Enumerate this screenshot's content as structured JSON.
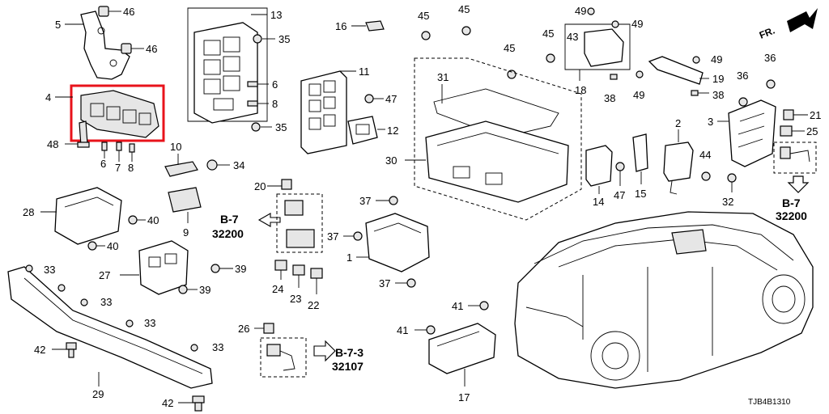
{
  "highlight_color": "#e8131b",
  "drawing_code": "TJB4B1310",
  "front_arrow_label": "FR.",
  "labels": {
    "l1": "1",
    "l2": "2",
    "l3": "3",
    "l4": "4",
    "l5": "5",
    "l6a": "6",
    "l6b": "6",
    "l7": "7",
    "l8a": "8",
    "l8b": "8",
    "l9": "9",
    "l10": "10",
    "l11": "11",
    "l12": "12",
    "l13": "13",
    "l14": "14",
    "l15": "15",
    "l16": "16",
    "l17": "17",
    "l18": "18",
    "l19": "19",
    "l20": "20",
    "l21": "21",
    "l22": "22",
    "l23": "23",
    "l24": "24",
    "l25": "25",
    "l26": "26",
    "l27": "27",
    "l28": "28",
    "l29": "29",
    "l30": "30",
    "l31": "31",
    "l32": "32",
    "l33a": "33",
    "l33b": "33",
    "l33c": "33",
    "l33d": "33",
    "l33e": "33",
    "l34": "34",
    "l35a": "35",
    "l35b": "35",
    "l36a": "36",
    "l36b": "36",
    "l37a": "37",
    "l37b": "37",
    "l37c": "37",
    "l38a": "38",
    "l38b": "38",
    "l39a": "39",
    "l39b": "39",
    "l40a": "40",
    "l40b": "40",
    "l41a": "41",
    "l41b": "41",
    "l42a": "42",
    "l42b": "42",
    "l43": "43",
    "l44": "44",
    "l45a": "45",
    "l45b": "45",
    "l45c": "45",
    "l45d": "45",
    "l46a": "46",
    "l46b": "46",
    "l47a": "47",
    "l47b": "47",
    "l48": "48",
    "l49a": "49",
    "l49b": "49",
    "l49c": "49",
    "l49d": "49"
  },
  "refs": [
    {
      "section": "B-7",
      "code": "32200"
    },
    {
      "section": "B-7",
      "code": "32200"
    },
    {
      "section": "B-7-3",
      "code": "32107"
    }
  ]
}
